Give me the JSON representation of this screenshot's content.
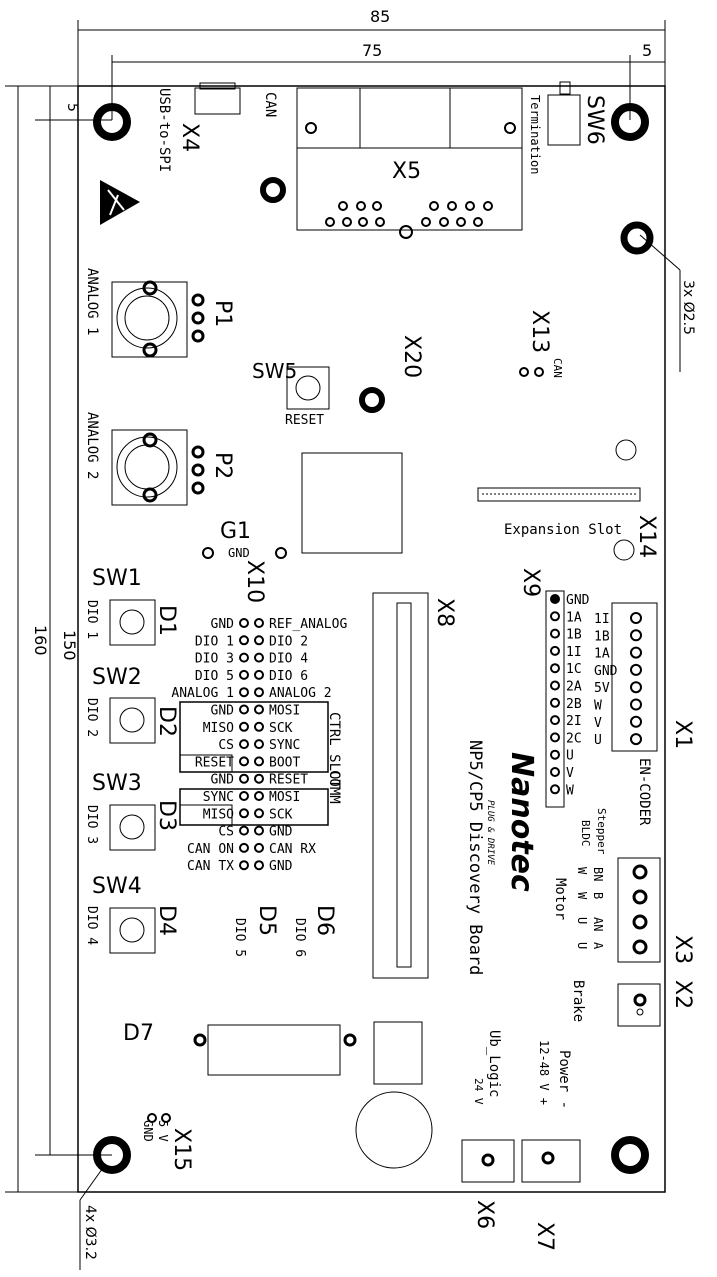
{
  "dimensions": {
    "width_85": "85",
    "width_75": "75",
    "width_5": "5",
    "top_5": "5",
    "height_160": "160",
    "height_150": "150",
    "holes_small": "3x Ø2.5",
    "holes_large": "4x Ø3.2"
  },
  "connectors": {
    "x4": "X4",
    "usb_to_spi": "USB-to-SPI",
    "can": "CAN",
    "x5": "X5",
    "sw6": "SW6",
    "termination": "Termination",
    "p1": "P1",
    "analog1": "ANALOG 1",
    "p2": "P2",
    "analog2": "ANALOG 2",
    "sw5": "SW5",
    "reset": "RESET",
    "x20": "X20",
    "x13": "X13",
    "x13_can": "CAN",
    "g1": "G1",
    "gnd": "GND",
    "expansion_slot": "Expansion Slot",
    "x14": "X14",
    "x10": "X10",
    "x8": "X8",
    "x9": "X9",
    "x1": "X1",
    "encoder": "EN-CODER",
    "x3": "X3",
    "x2": "X2",
    "brake": "Brake",
    "motor": "Motor",
    "stepper": "Stepper",
    "bldc": "BLDC",
    "power": "Power -",
    "power_v": "12-48 V +",
    "ub_logic": "Ub_Logic",
    "ub_logic_v": "24 V",
    "x6": "X6",
    "x7": "X7",
    "x15": "X15",
    "x15_5v": "5 V",
    "x15_gnd": "GND",
    "d7": "D7",
    "board_name": "NP5/CP5 Discovery Board",
    "brand": "Nanotec",
    "slogan": "PLUG & DRIVE"
  },
  "switches": [
    {
      "sw": "SW1",
      "dio": "DIO 1",
      "led": "D1"
    },
    {
      "sw": "SW2",
      "dio": "DIO 2",
      "led": "D2"
    },
    {
      "sw": "SW3",
      "dio": "DIO 3",
      "led": "D3"
    },
    {
      "sw": "SW4",
      "dio": "DIO 4",
      "led": "D4"
    }
  ],
  "leds_dio": [
    {
      "led": "D5",
      "dio": "DIO 5"
    },
    {
      "led": "D6",
      "dio": "DIO 6"
    }
  ],
  "x10_left": [
    "GND",
    "DIO 1",
    "DIO 3",
    "DIO 5",
    "ANALOG 1",
    "GND",
    "MISO",
    "CS",
    "RESET",
    "GND",
    "SYNC",
    "MISO",
    "CS",
    "CAN ON",
    "CAN TX"
  ],
  "x10_right": [
    "REF_ANALOG",
    "DIO 2",
    "DIO 4",
    "DIO 6",
    "ANALOG 2",
    "MOSI",
    "SCK",
    "SYNC",
    "BOOT",
    "RESET",
    "MOSI",
    "SCK",
    "GND",
    "CAN RX",
    "GND"
  ],
  "ctrl_slot": "CTRL SLOT",
  "comm": "COMM",
  "x9_pins": [
    "GND",
    "1A",
    "1B",
    "1I",
    "1C",
    "2A",
    "2B",
    "2I",
    "2C",
    "U",
    "V",
    "W"
  ],
  "x1_pins": [
    "1I",
    "1B",
    "1A",
    "GND",
    "5V",
    "W",
    "V",
    "U"
  ],
  "x3_pins": [
    {
      "stepper": "BN",
      "bldc": "W"
    },
    {
      "stepper": "B",
      "bldc": "W"
    },
    {
      "stepper": "AN",
      "bldc": "U"
    },
    {
      "stepper": "A",
      "bldc": "U"
    }
  ]
}
